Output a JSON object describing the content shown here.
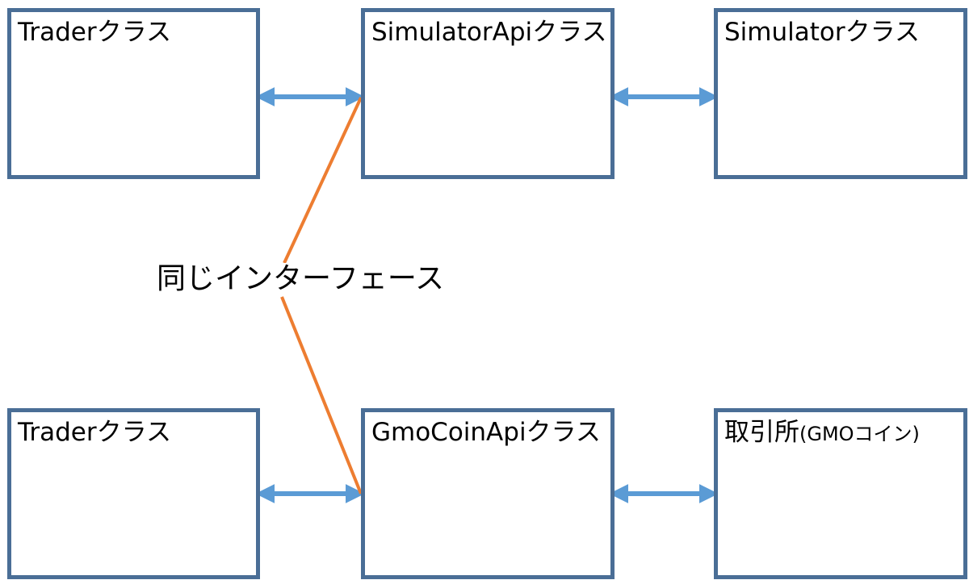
{
  "boxes": {
    "trader_top": {
      "label": "Traderクラス"
    },
    "simulator_api": {
      "label": "SimulatorApiクラス"
    },
    "simulator": {
      "label": "Simulatorクラス"
    },
    "trader_bottom": {
      "label": "Traderクラス"
    },
    "gmocoin_api": {
      "label": "GmoCoinApiクラス"
    },
    "exchange": {
      "label_main": "取引所",
      "label_sub": "(GMOコイン)"
    }
  },
  "interface_label": "同じインターフェース",
  "colors": {
    "box_border": "#4a6e96",
    "arrow": "#5b9bd5",
    "interface_line": "#ed7d31"
  }
}
